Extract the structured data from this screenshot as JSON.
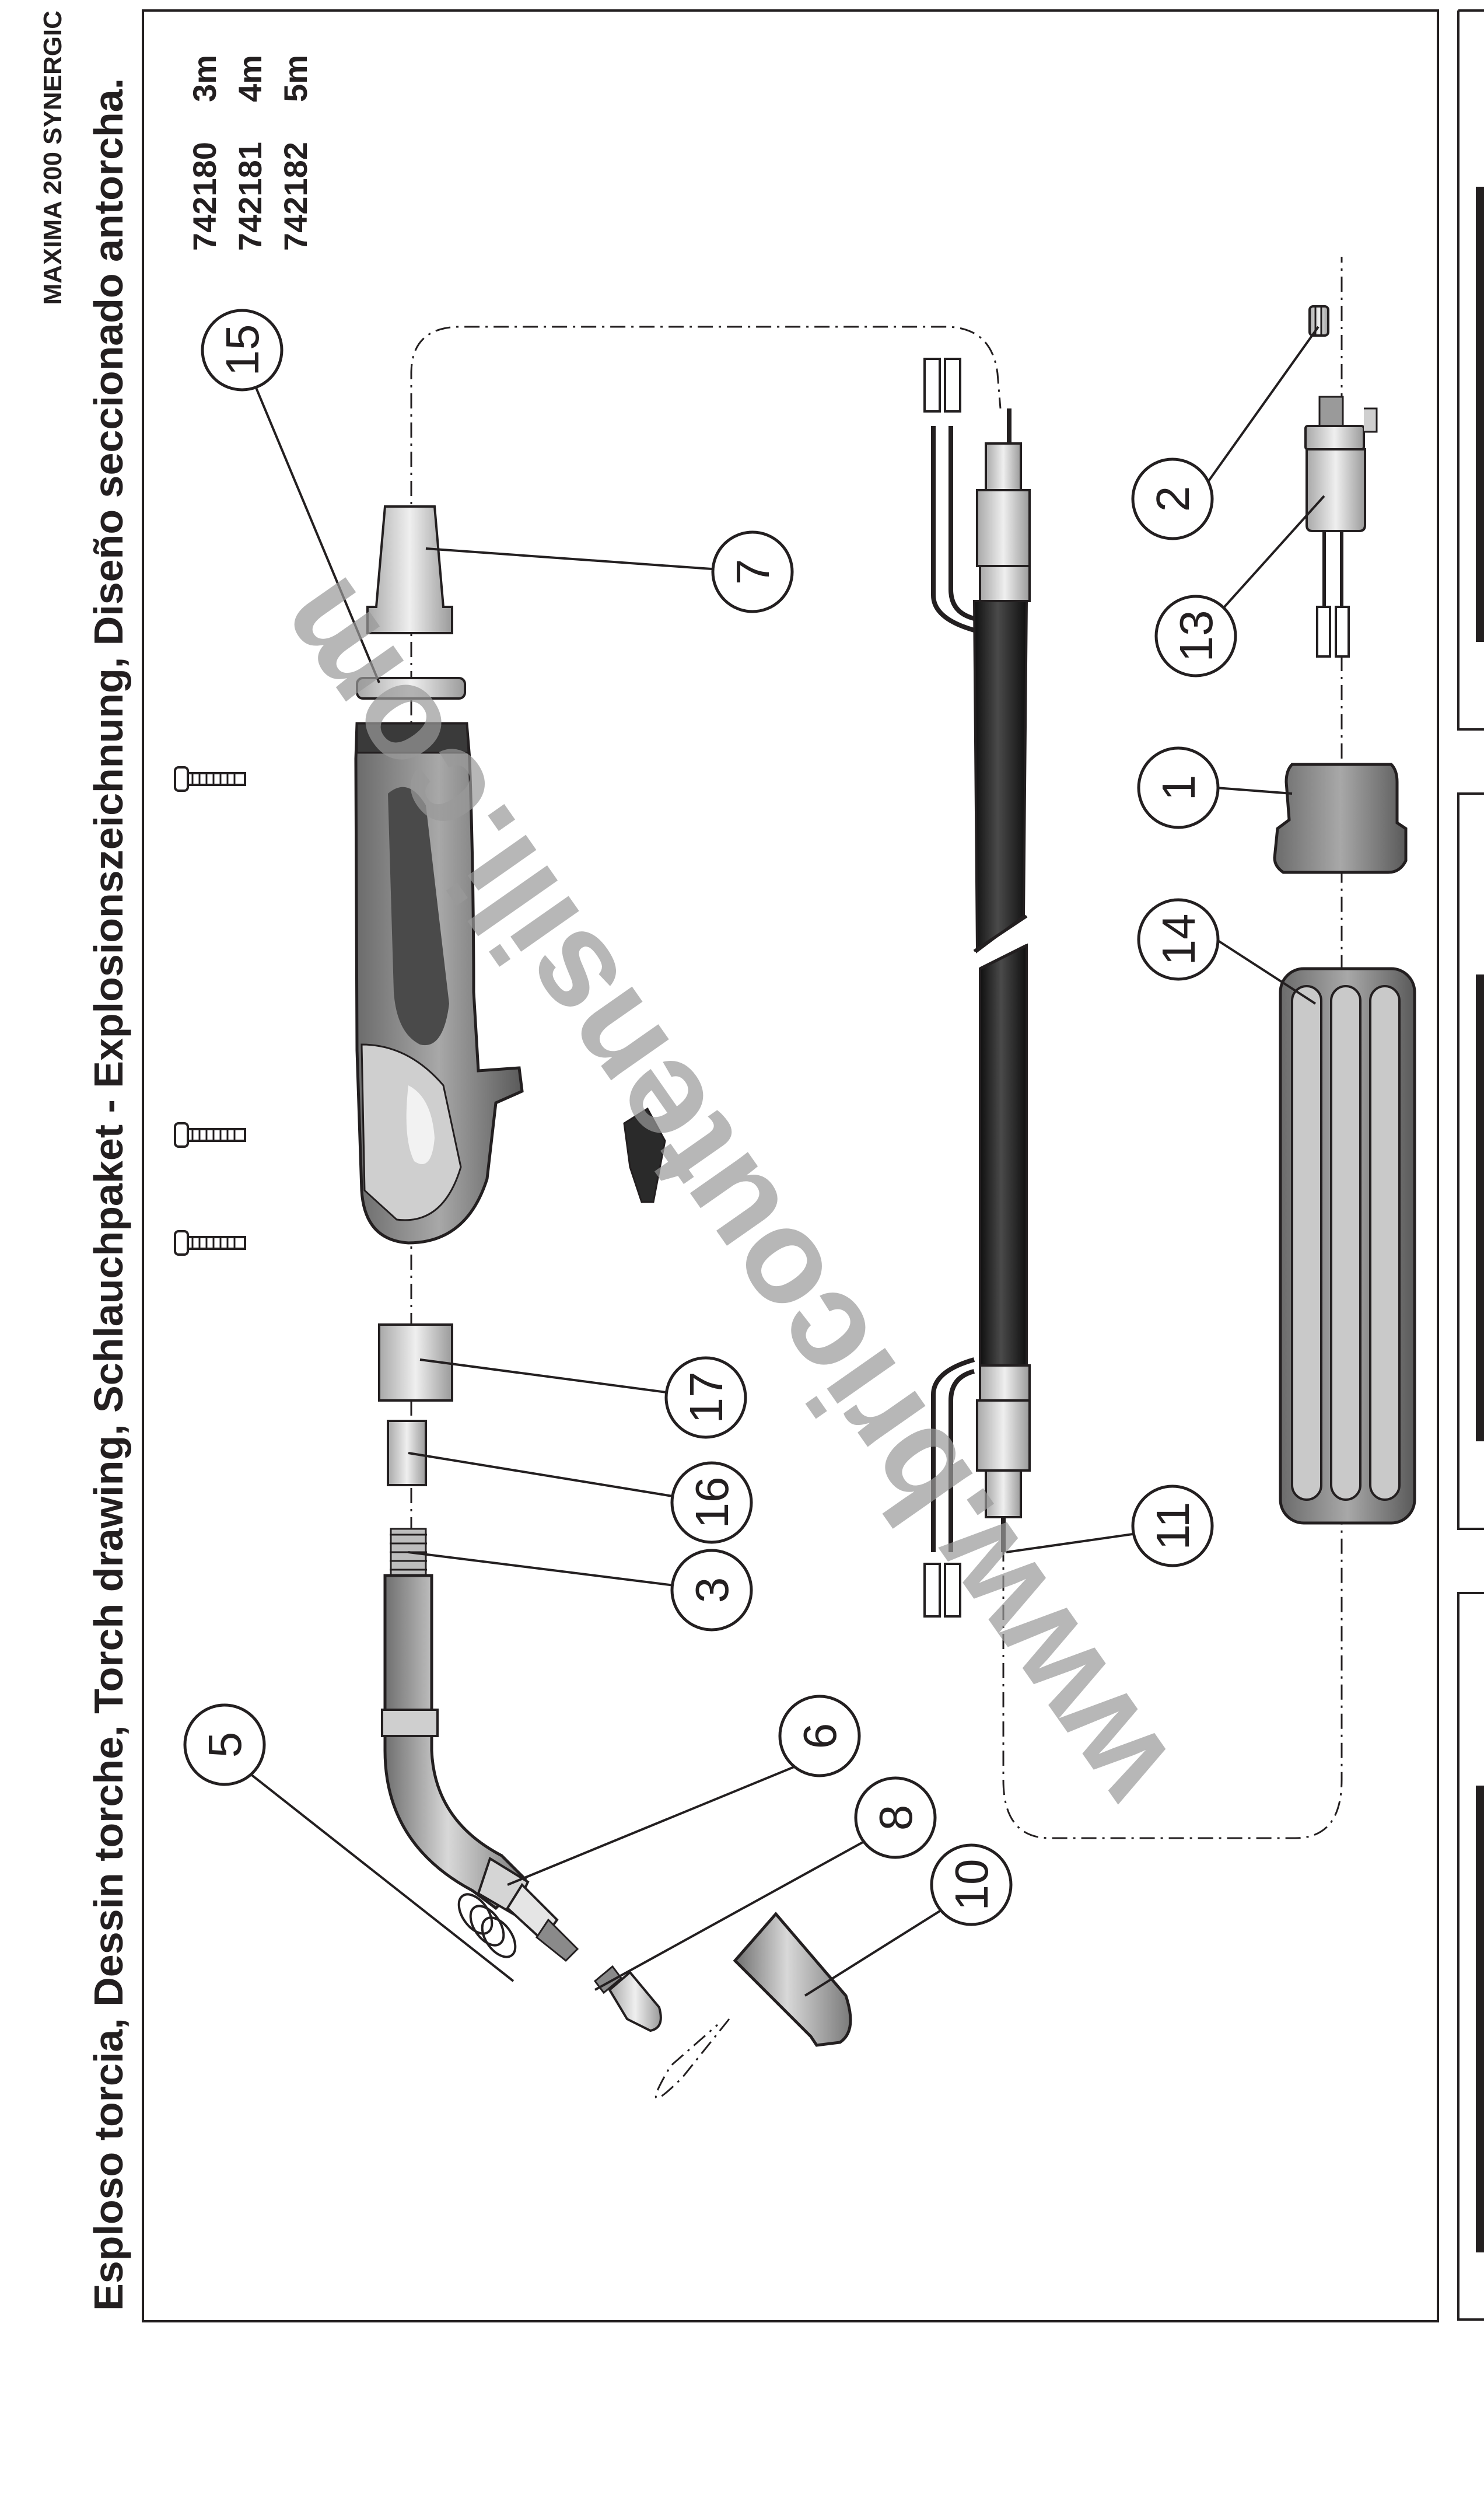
{
  "header": {
    "title": "Esploso torcia, Dessin torche, Torch drawing, Schlauchpaket - Explosionszeichnung, Diseño seccionado antorcha.",
    "model": "MAXIMA 200 SYNERGIC"
  },
  "torch_codes": [
    {
      "code": "742180",
      "length": "3m"
    },
    {
      "code": "742181",
      "length": "4m"
    },
    {
      "code": "742182",
      "length": "5m"
    }
  ],
  "callouts": [
    {
      "num": "1"
    },
    {
      "num": "2"
    },
    {
      "num": "3"
    },
    {
      "num": "5"
    },
    {
      "num": "6"
    },
    {
      "num": "7"
    },
    {
      "num": "8"
    },
    {
      "num": "10"
    },
    {
      "num": "11"
    },
    {
      "num": "13"
    },
    {
      "num": "14"
    },
    {
      "num": "15"
    },
    {
      "num": "16"
    },
    {
      "num": "17"
    }
  ],
  "watermark": "www.bricoutensili.com",
  "colors": {
    "ink": "#231f20",
    "body_dark": "#5b5b5b",
    "body_mid": "#8c8c8c",
    "body_light": "#c8c8c8",
    "cable": "#1c1c1c"
  }
}
